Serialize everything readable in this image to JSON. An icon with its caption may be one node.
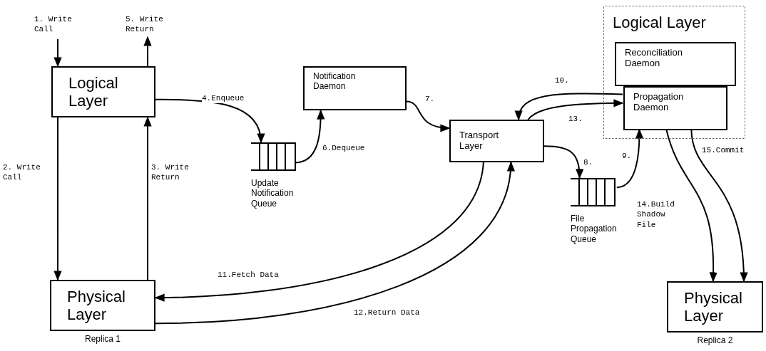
{
  "diagram": {
    "nodes": [
      {
        "text": [
          "Logical Layer"
        ]
      },
      {
        "text": [
          "Physical Layer"
        ],
        "beside": [
          "Replica 1"
        ]
      },
      {
        "text": [
          "Notification Daemon"
        ]
      },
      {
        "text": [
          "Update Notification Queue"
        ]
      },
      {
        "text": [
          "Transport Layer"
        ]
      },
      {
        "text": [
          "File Propagation Queue"
        ]
      },
      {
        "text": [
          "Logical Layer"
        ]
      },
      {
        "text": [
          "Reconciliation Daemon"
        ],
        "in": 6
      },
      {
        "text": [
          "Propagation Daemon"
        ],
        "in": 6
      },
      {
        "text": [
          "Physical Layer"
        ],
        "beside": [
          "Replica 2"
        ]
      }
    ],
    "edges": [
      {
        "from": null,
        "to": 0,
        "arrow": "to",
        "label": "1. Write Call"
      },
      {
        "from": 0,
        "to": null,
        "arrow": "to",
        "label": "5. Write Return"
      },
      {
        "from": 0,
        "to": 1,
        "arrow": "to",
        "label": "2. Write Call"
      },
      {
        "from": 1,
        "to": 0,
        "arrow": "to",
        "label": "3. Write Return"
      },
      {
        "from": 0,
        "to": 3,
        "arrow": "to",
        "label": "4.Enqueue"
      },
      {
        "from": 3,
        "to": 2,
        "arrow": "to",
        "label": "6.Dequeue"
      },
      {
        "from": 2,
        "to": 4,
        "arrow": "to",
        "label": "7."
      },
      {
        "from": 4,
        "to": 5,
        "arrow": "to",
        "label": "8."
      },
      {
        "from": 5,
        "to": 8,
        "arrow": "to",
        "label": "9."
      },
      {
        "from": 8,
        "to": 4,
        "arrow": "to",
        "label": "10."
      },
      {
        "from": 4,
        "to": 1,
        "arrow": "to",
        "label": "11.Fetch Data"
      },
      {
        "from": 1,
        "to": 4,
        "arrow": "to",
        "label": "12.Return Data"
      },
      {
        "from": 4,
        "to": 8,
        "arrow": "to",
        "label": "13."
      },
      {
        "from": 8,
        "to": 9,
        "arrow": "to",
        "label": "14.Build Shadow File"
      },
      {
        "from": 8,
        "to": 9,
        "arrow": "to",
        "label": "15.Commit"
      }
    ]
  }
}
